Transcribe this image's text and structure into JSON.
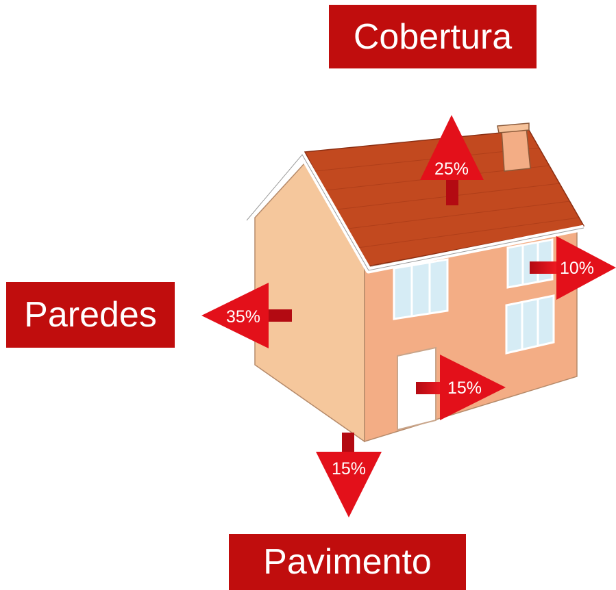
{
  "labels": {
    "roof": "Cobertura",
    "walls": "Paredes",
    "floor": "Pavimento"
  },
  "losses": {
    "roof": "25%",
    "walls": "35%",
    "windows": "10%",
    "door": "15%",
    "floor": "15%"
  },
  "colors": {
    "label_bg": "#c00d0d",
    "arrow": "#e3101a",
    "roof": "#c2491f",
    "wall_side": "#f5c79c",
    "wall_front": "#f3ad85",
    "window": "#d6ecf5"
  }
}
